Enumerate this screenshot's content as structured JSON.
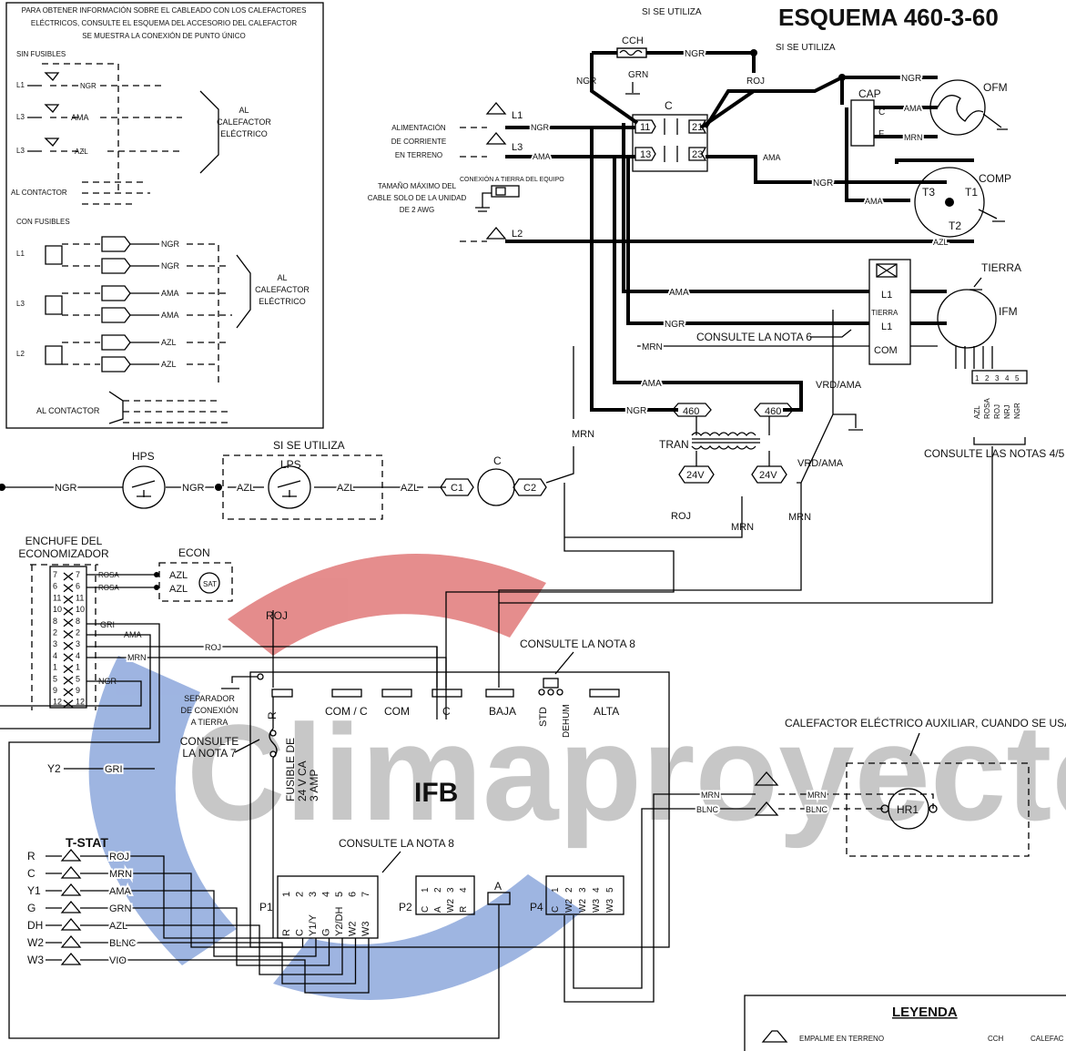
{
  "title": "ESQUEMA 460-3-60",
  "info_box": {
    "lines": [
      "PARA OBTENER INFORMACIÓN SOBRE EL CABLEADO CON LOS CALEFACTORES",
      "ELÉCTRICOS, CONSULTE EL ESQUEMA DEL ACCESORIO DEL CALEFACTOR",
      "SE MUESTRA LA CONEXIÓN DE PUNTO ÚNICO"
    ],
    "sin_fusibles": "SIN FUSIBLES",
    "con_fusibles": "CON FUSIBLES",
    "al_contactor": "AL CONTACTOR",
    "al_calefactor_1": [
      "AL",
      "CALEFACTOR",
      "ELÉCTRICO"
    ],
    "al_calefactor_2": [
      "AL",
      "CALEFACTOR",
      "ELÉCTRICO"
    ],
    "l1": "L1",
    "l2": "L2",
    "l3": "L3",
    "wires_sin": [
      "NGR",
      "AMA",
      "AZL"
    ],
    "wires_con": [
      "NGR",
      "NGR",
      "AMA",
      "AMA",
      "AZL",
      "AZL"
    ]
  },
  "labels": {
    "si_se_utiliza": "SI SE UTILIZA",
    "cch": "CCH",
    "grn": "GRN",
    "ngr": "NGR",
    "roj": "ROJ",
    "c": "C",
    "cap": "CAP",
    "cap_c": "C",
    "cap_f": "F",
    "ofm": "OFM",
    "comp": "COMP",
    "t1": "T1",
    "t2": "T2",
    "t3": "T3",
    "ama": "AMA",
    "mrn": "MRN",
    "azl": "AZL",
    "alimentacion": [
      "ALIMENTACIÓN",
      "DE CORRIENTE",
      "EN TERRENO"
    ],
    "conexion_tierra": "CONEXIÓN A TIERRA DEL EQUIPO",
    "tamano": [
      "TAMAÑO MÁXIMO DEL",
      "CABLE SOLO DE LA UNIDAD",
      "DE 2 AWG"
    ],
    "l1": "L1",
    "l2": "L2",
    "l3": "L3",
    "c11": "11",
    "c21": "21",
    "c13": "13",
    "c23": "23",
    "tierra": "TIERRA",
    "ifm": "IFM",
    "com": "COM",
    "consulte_nota_6": "CONSULTE LA NOTA 6",
    "vrd_ama": "VRD/AMA",
    "t460": "460",
    "tran": "TRAN",
    "v24": "24V",
    "consulte_notas_45": "CONSULTE LAS NOTAS 4/5",
    "ifm_pins": [
      "1",
      "2",
      "3",
      "4",
      "5"
    ],
    "ifm_wires": [
      "AZL",
      "ROSA",
      "ROJ",
      "NRJ",
      "NGR"
    ],
    "hps": "HPS",
    "lps": "LPS",
    "si_se_utiliza_2": "SI SE UTILIZA",
    "c1": "C1",
    "c2": "C2",
    "enchufe": [
      "ENCHUFE DEL",
      "ECONOMIZADOR"
    ],
    "econ": "ECON",
    "sat": "SAT",
    "rosa": "ROSA",
    "gri": "GRI",
    "consulte_nota_8": "CONSULTE LA NOTA 8",
    "separador": [
      "SEPARADOR",
      "DE CONEXIÓN",
      "A TIERRA"
    ],
    "r": "R",
    "com_c": "COM / C",
    "com2": "COM",
    "c_term": "C",
    "baja": "BAJA",
    "std": "STD",
    "dehum": "DEHUM",
    "alta": "ALTA",
    "fusible": [
      "FUSIBLE DE",
      "24 V CA",
      "3 AMP"
    ],
    "consulte_nota_7": [
      "CONSULTE",
      "LA NOTA 7"
    ],
    "ifb": "IFB",
    "calefactor_aux": "CALEFACTOR ELÉCTRICO AUXILIAR, CUANDO SE USA",
    "hr1": "HR1",
    "blnc": "BLNC",
    "y2": "Y2",
    "tstat": "T-STAT",
    "tstat_terms": [
      "R",
      "C",
      "Y1",
      "G",
      "DH",
      "W2",
      "W3"
    ],
    "tstat_wires": [
      "ROJ",
      "MRN",
      "AMA",
      "GRN",
      "AZL",
      "BLNC",
      "VIO"
    ],
    "p1": "P1",
    "p1_nums": [
      "1",
      "2",
      "3",
      "4",
      "5",
      "6",
      "7"
    ],
    "p1_terms": [
      "R",
      "C",
      "Y1/Y",
      "G",
      "Y2/DH",
      "W2",
      "W3"
    ],
    "p2": "P2",
    "p2_nums": [
      "1",
      "2",
      "3",
      "4"
    ],
    "p2_terms": [
      "C",
      "A",
      "W2",
      "R"
    ],
    "a": "A",
    "p4": "P4",
    "p4_nums": [
      "1",
      "2",
      "3",
      "4",
      "5"
    ],
    "p4_terms": [
      "C",
      "W2",
      "W2",
      "W3",
      "W3"
    ],
    "econ_pins": [
      "7",
      "6",
      "11",
      "10",
      "8",
      "2",
      "3",
      "4",
      "1",
      "5",
      "9",
      "12"
    ],
    "leyenda": "LEYENDA",
    "empalme": "EMPALME EN TERRENO",
    "cch_legend": "CCH",
    "calefactor_cut": "CALEFAC"
  },
  "watermark": "Climaproyectos",
  "colors": {
    "watermark_red": "#cf2f2f",
    "watermark_blue": "#4f78c9",
    "line": "#000000"
  }
}
